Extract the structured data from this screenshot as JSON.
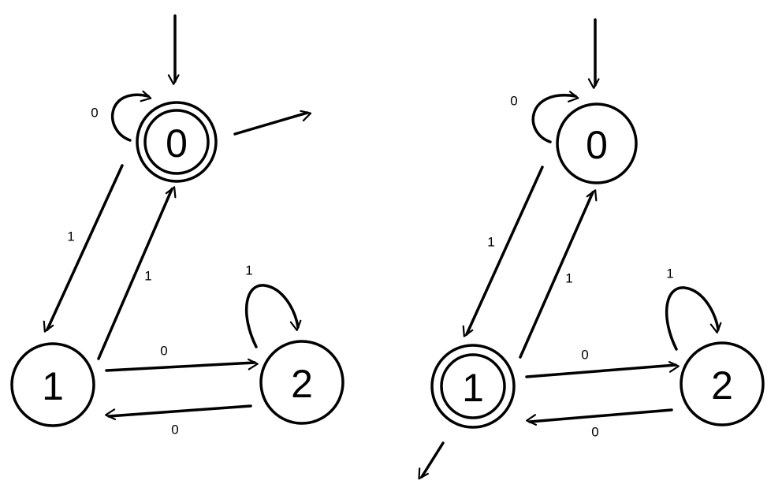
{
  "left": {
    "states": [
      "0",
      "1",
      "2"
    ],
    "accepting": [
      "0"
    ],
    "labels": {
      "loop0": "0",
      "e01": "1",
      "e10": "1",
      "e12": "0",
      "e21": "0",
      "loop2": "1"
    }
  },
  "right": {
    "states": [
      "0",
      "1",
      "2"
    ],
    "accepting": [
      "1"
    ],
    "labels": {
      "loop0": "0",
      "e01": "1",
      "e10": "1",
      "e12": "0",
      "e21": "0",
      "loop2": "1"
    }
  }
}
